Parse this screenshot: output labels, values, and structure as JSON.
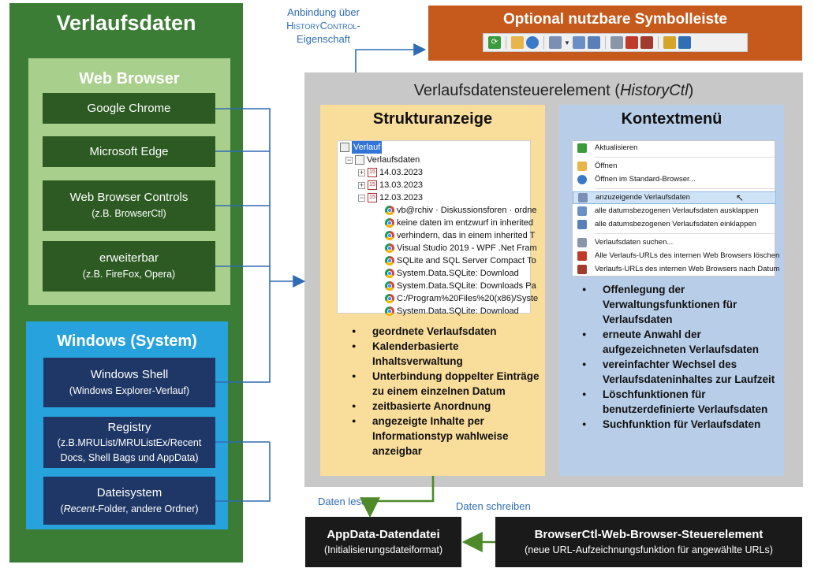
{
  "left": {
    "title": "Verlaufsdaten",
    "web_group": {
      "title": "Web Browser",
      "items": [
        {
          "label": "Google Chrome",
          "sub": ""
        },
        {
          "label": "Microsoft Edge",
          "sub": ""
        },
        {
          "label": "Web Browser Controls",
          "sub": "(z.B. BrowserCtl)"
        },
        {
          "label": "erweiterbar",
          "sub": "(z.B. FireFox, Opera)"
        }
      ]
    },
    "windows_group": {
      "title": "Windows (System)",
      "items": [
        {
          "label": "Windows Shell",
          "sub": "(Windows Explorer-Verlauf)"
        },
        {
          "label": "Registry",
          "sub": "(z.B.MRUList/MRUListEx/Recent Docs, Shell Bags und AppData)"
        },
        {
          "label": "Dateisystem",
          "sub_italic": "Recent",
          "sub_rest": "-Folder, andere Ordner)",
          "sub_open": "("
        }
      ]
    }
  },
  "anbindung": {
    "line1": "Anbindung über",
    "line2": "HistoryControl-",
    "line3": "Eigenschaft"
  },
  "toolbar": {
    "title": "Optional nutzbare Symbolleiste"
  },
  "history_control": {
    "title_prefix": "Verlaufsdatensteuerelement (",
    "title_italic": "HistoryCtl",
    "title_suffix": ")"
  },
  "tree": {
    "title": "Strukturanzeige",
    "root_label": "Verlauf",
    "node_label": "Verlaufsdaten",
    "dates": [
      "14.03.2023",
      "13.03.2023",
      "12.03.2023"
    ],
    "entries": [
      "vb@rchiv · Diskussionsforen · ordne",
      "keine daten im entzwurf in inherited",
      "verhindern, das in einem inherited T",
      "Visual Studio 2019 - WPF .Net Fram",
      "SQLite and SQL Server Compact To",
      "System.Data.SQLite: Download",
      "System.Data.SQLite: Downloads Pa",
      "C:/Program%20Files%20(x86)/Syste",
      "System.Data.SQLite: Download"
    ],
    "bullets": [
      "geordnete Verlaufsdaten",
      "Kalenderbasierte Inhaltsverwaltung",
      "Unterbindung doppelter Einträge zu einem einzelnen Datum",
      "zeitbasierte Anordnung",
      "angezeigte Inhalte per Informationstyp wahlweise anzeigbar"
    ]
  },
  "context_menu": {
    "title": "Kontextmenü",
    "items": [
      "Aktualisieren",
      "Öffnen",
      "Öffnen im Standard-Browser...",
      "anzuzeigende Verlaufsdaten",
      "alle datumsbezogenen Verlaufsdaten ausklappen",
      "alle datumsbezogenen Verlaufsdaten einklappen",
      "Verlaufsdaten suchen...",
      "Alle Verlaufs-URLs des internen Web Browsers löschen",
      "Verlaufs-URLs des internen Web Browsers nach Datum"
    ],
    "bullets": [
      "Offenlegung der Verwaltungsfunktionen für Verlaufsdaten",
      "erneute Anwahl der aufgezeichneten Verlaufsdaten",
      "vereinfachter Wechsel des Verlaufsdateninhaltes zur Laufzeit",
      "Löschfunktionen für benutzerdefinierte Verlaufsdaten",
      "Suchfunktion für Verlaufsdaten"
    ]
  },
  "edges": {
    "read": "Daten lesen",
    "write": "Daten schreiben"
  },
  "appdata": {
    "title": "AppData-Datendatei",
    "sub": "(Initialisierungsdateiformat)"
  },
  "browserctl": {
    "title": "BrowserCtl-Web-Browser-Steuerelement",
    "sub": "(neue URL-Aufzeichnungsfunktion für angewählte URLs)"
  },
  "colors": {
    "left_panel": "#3b7d34",
    "web_group": "#a9cf8c",
    "web_item": "#2c5a22",
    "windows_group": "#27a2dc",
    "windows_item": "#1f3766",
    "toolbar": "#c55a1c",
    "tree_panel": "#f9dd9b",
    "context_panel": "#b8cde8",
    "connector": "#2e6cb4",
    "flow_arrow": "#4e8a2a"
  }
}
